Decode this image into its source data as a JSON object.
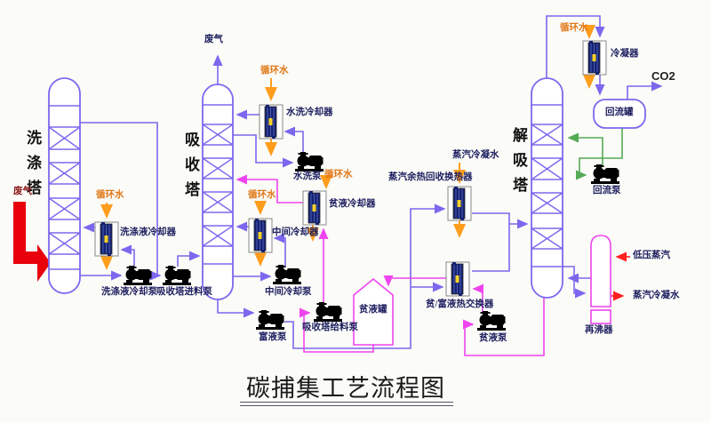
{
  "title": "碳捕集工艺流程图",
  "towers": {
    "washing": "洗涤塔",
    "absorption": "吸收塔",
    "desorption": "解吸塔"
  },
  "streams": {
    "waste_gas": "废气",
    "circulating_water": "循环水",
    "co2": "CO2",
    "low_pressure_steam": "低压蒸汽",
    "steam_condensate": "蒸汽冷凝水"
  },
  "equipment": {
    "washing_cooler": "洗涤液冷却器",
    "washing_cooling_pump": "洗涤液冷却泵",
    "absorption_feed_pump": "吸收塔进料泵",
    "water_wash_cooler": "水洗冷却器",
    "water_wash_pump": "水洗泵",
    "intermediate_cooler": "中间冷却器",
    "intermediate_cooling_pump": "中间冷却泵",
    "lean_cooler": "贫液冷却器",
    "rich_pump": "富液泵",
    "absorption_feeder_pump": "吸收塔给料泵",
    "lean_tank": "贫液罐",
    "steam_heat_recovery_exchanger": "蒸汽余热回收换热器",
    "lean_rich_exchanger": "贫/富液热交换器",
    "lean_pump": "贫液泵",
    "condenser": "冷凝器",
    "reflux_tank": "回流罐",
    "reflux_pump": "回流泵",
    "reboiler": "再沸器"
  },
  "colors": {
    "process_purple": "#7b68ee",
    "solvent_pink": "#ee44ee",
    "cooling_water_orange": "#ff9d1c",
    "reflux_green": "#55aa55",
    "steam_red": "#ff2020",
    "flue_gas_red": "#e8000d",
    "label_navy": "#1f2060"
  }
}
